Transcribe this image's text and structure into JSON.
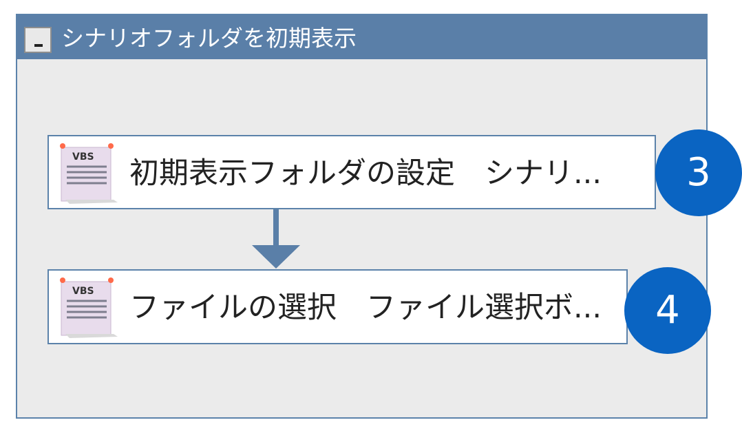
{
  "group": {
    "title": "シナリオフォルダを初期表示",
    "collapse_glyph": "_"
  },
  "nodes": [
    {
      "icon": "vbs-script-icon",
      "icon_text": "VBS",
      "label": "初期表示フォルダの設定　シナリ...",
      "badge": "3"
    },
    {
      "icon": "vbs-script-icon",
      "icon_text": "VBS",
      "label": "ファイルの選択　ファイル選択ボ...",
      "badge": "4"
    }
  ],
  "colors": {
    "header": "#5a7fa8",
    "border": "#5b82aa",
    "canvas": "#ebebeb",
    "badge": "#0a64c2",
    "connector": "#5a7fa8",
    "icon_paper": "#e8dcec",
    "icon_dot": "#ff6a4a"
  }
}
